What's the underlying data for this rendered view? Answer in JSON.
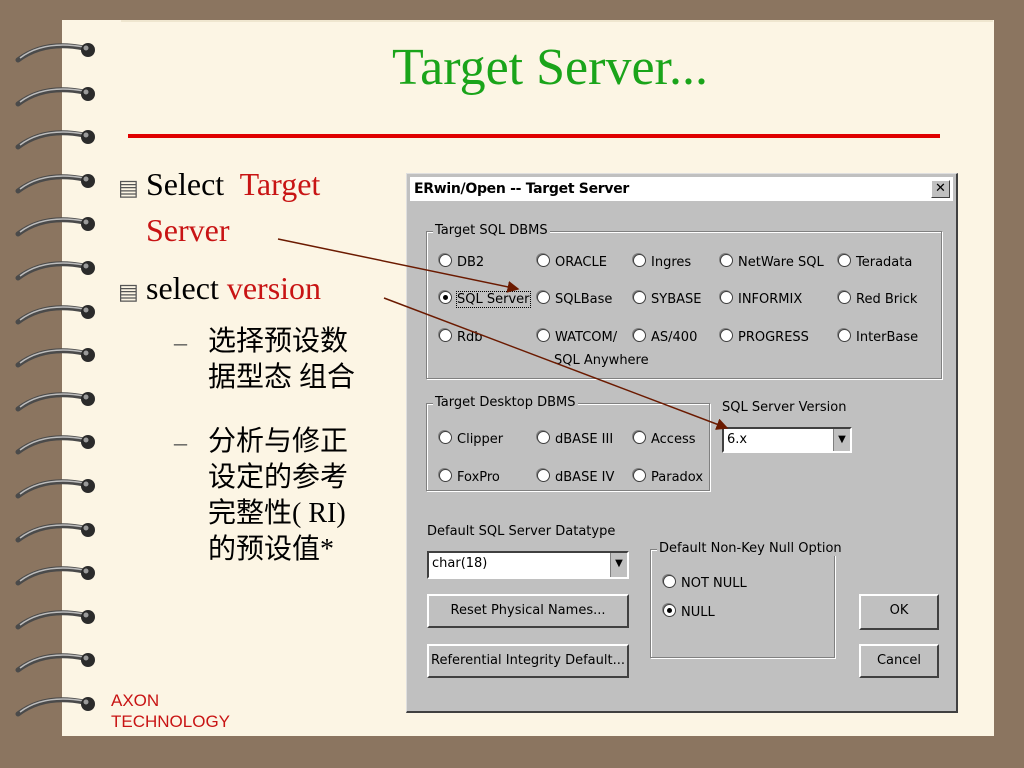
{
  "slide": {
    "title": "Target Server...",
    "bullets": [
      {
        "prefix": "Select",
        "highlight1": "Target",
        "highlight2": "Server"
      },
      {
        "prefix": "select",
        "highlight": "version"
      }
    ],
    "sub_bullets": [
      {
        "line1": "选择预设数",
        "line2": "据型态 组合"
      },
      {
        "line1": "分析与修正",
        "line2": "设定的参考",
        "line3": "完整性( RI)",
        "line4": "的预设值*"
      }
    ],
    "logo": {
      "line1": "AXON",
      "line2": "TECHNOLOGY"
    }
  },
  "dialog": {
    "title": "ERwin/Open -- Target Server",
    "close_label": "✕",
    "sql_group_label": "Target SQL DBMS",
    "sql_options": [
      "DB2",
      "ORACLE",
      "Ingres",
      "NetWare SQL",
      "Teradata",
      "SQL Server",
      "SQLBase",
      "SYBASE",
      "INFORMIX",
      "Red Brick",
      "Rdb",
      "WATCOM/",
      "AS/400",
      "PROGRESS",
      "InterBase"
    ],
    "sql_option_extra": "SQL Anywhere",
    "selected_sql": "SQL Server",
    "desktop_group_label": "Target Desktop DBMS",
    "desktop_options": [
      "Clipper",
      "dBASE III",
      "Access",
      "FoxPro",
      "dBASE IV",
      "Paradox"
    ],
    "version_label": "SQL Server Version",
    "version_value": "6.x",
    "datatype_label": "Default SQL Server Datatype",
    "datatype_value": "char(18)",
    "null_group_label": "Default Non-Key Null Option",
    "null_options": [
      "NOT NULL",
      "NULL"
    ],
    "selected_null": "NULL",
    "buttons": {
      "reset": "Reset Physical Names...",
      "referential": "Referential Integrity Default...",
      "ok": "OK",
      "cancel": "Cancel"
    }
  },
  "colors": {
    "title": "#1aa41a",
    "rule": "#e00000",
    "highlight": "#c81414",
    "arrow": "#6b1a00"
  }
}
